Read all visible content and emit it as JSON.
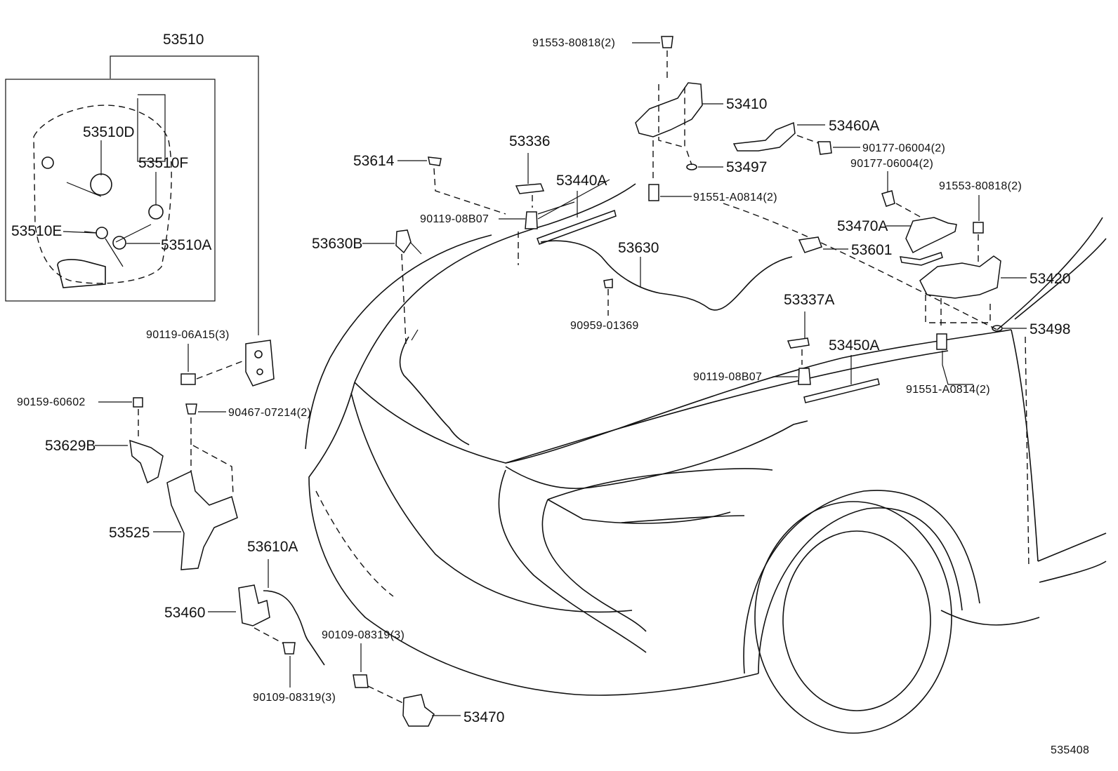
{
  "labels": {
    "p53510": "53510",
    "p53510D": "53510D",
    "p53510F": "53510F",
    "p53510E": "53510E",
    "p53510A": "53510A",
    "p91553_top": "91553-80818(2)",
    "p53410": "53410",
    "p53460A": "53460A",
    "p90177_a": "90177-06004(2)",
    "p90177_b": "90177-06004(2)",
    "p53497": "53497",
    "p91553_right": "91553-80818(2)",
    "p91551_top": "91551-A0814(2)",
    "p53336": "53336",
    "p53614": "53614",
    "p53440A": "53440A",
    "p90119_08B07_a": "90119-08B07",
    "p53630B": "53630B",
    "p53630": "53630",
    "p53470A": "53470A",
    "p53601": "53601",
    "p53420": "53420",
    "p90959": "90959-01369",
    "p53337A": "53337A",
    "p53498": "53498",
    "p53450A": "53450A",
    "p90119_06A15": "90119-06A15(3)",
    "p90119_08B07_b": "90119-08B07",
    "p91551_bottom": "91551-A0814(2)",
    "p90159": "90159-60602",
    "p90467": "90467-07214(2)",
    "p53629B": "53629B",
    "p53525": "53525",
    "p53610A": "53610A",
    "p53460": "53460",
    "p90109_a": "90109-08319(3)",
    "p90109_b": "90109-08319(3)",
    "p53470": "53470",
    "figure_id": "535408"
  }
}
